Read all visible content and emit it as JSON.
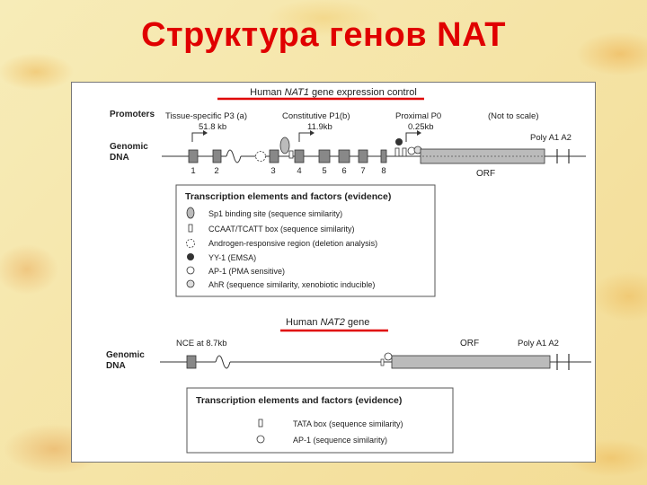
{
  "title": "Структура генов NAT",
  "nat1": {
    "header_prefix": "Human ",
    "header_gene": "NAT1",
    "header_suffix": " gene expression control",
    "promoters_label": "Promoters",
    "p3_line1": "Tissue-specific P3 (a)",
    "p3_line2": "51.8 kb",
    "p1_line1": "Constitutive P1(b)",
    "p1_line2": "11.9kb",
    "p0_line1": "Proximal P0",
    "p0_line2": "0.25kb",
    "not_to_scale": "(Not to scale)",
    "polya": "Poly A1  A2",
    "genomic_line1": "Genomic",
    "genomic_line2": "DNA",
    "exons": [
      "1",
      "2",
      "3",
      "4",
      "5",
      "6",
      "7",
      "8"
    ],
    "orf": "ORF"
  },
  "legend1": {
    "title": "Transcription elements and factors (evidence)",
    "items": [
      "Sp1 binding site (sequence similarity)",
      "CCAAT/TCATT box (sequence similarity)",
      "Androgen-responsive region (deletion analysis)",
      "YY-1 (EMSA)",
      "AP-1 (PMA sensitive)",
      "AhR (sequence similarity, xenobiotic inducible)"
    ]
  },
  "nat2": {
    "header_prefix": "Human ",
    "header_gene": "NAT2",
    "header_suffix": " gene",
    "genomic_line1": "Genomic",
    "genomic_line2": "DNA",
    "nce": "NCE at 8.7kb",
    "orf": "ORF",
    "polya": "Poly A1  A2"
  },
  "legend2": {
    "title": "Transcription elements and factors (evidence)",
    "items": [
      "TATA box (sequence similarity)",
      "AP-1 (sequence similarity)"
    ]
  }
}
